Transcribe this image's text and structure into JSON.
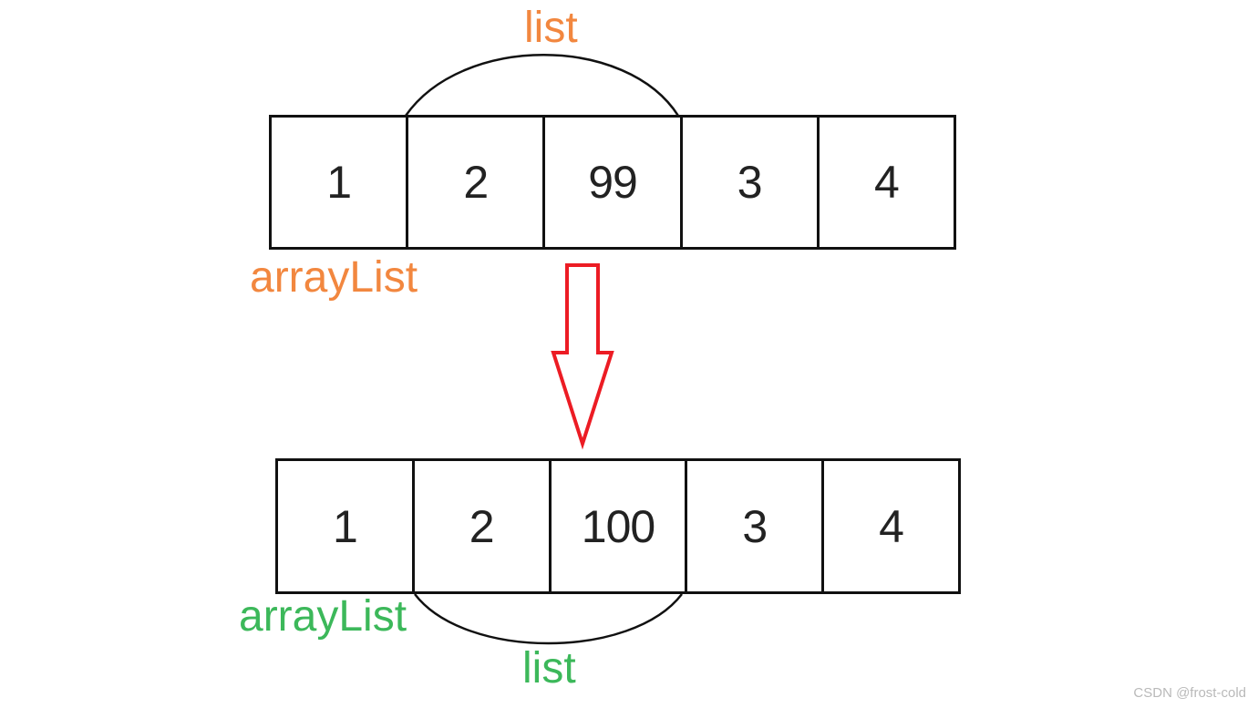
{
  "top_diagram": {
    "brace_label": "list",
    "array_label": "arrayList",
    "cells": [
      "1",
      "2",
      "99",
      "3",
      "4"
    ]
  },
  "bottom_diagram": {
    "brace_label": "list",
    "array_label": "arrayList",
    "cells": [
      "1",
      "2",
      "100",
      "3",
      "4"
    ]
  },
  "icons": {
    "transform-arrow": "red-outlined-down-arrow"
  },
  "watermark": "CSDN @frost-cold",
  "colors": {
    "orange": "#F2873F",
    "green": "#3CB85A",
    "red": "#EC1C24",
    "line": "#111111",
    "text": "#222222",
    "wm": "#B9B9B9",
    "bg": "#FFFFFF"
  }
}
